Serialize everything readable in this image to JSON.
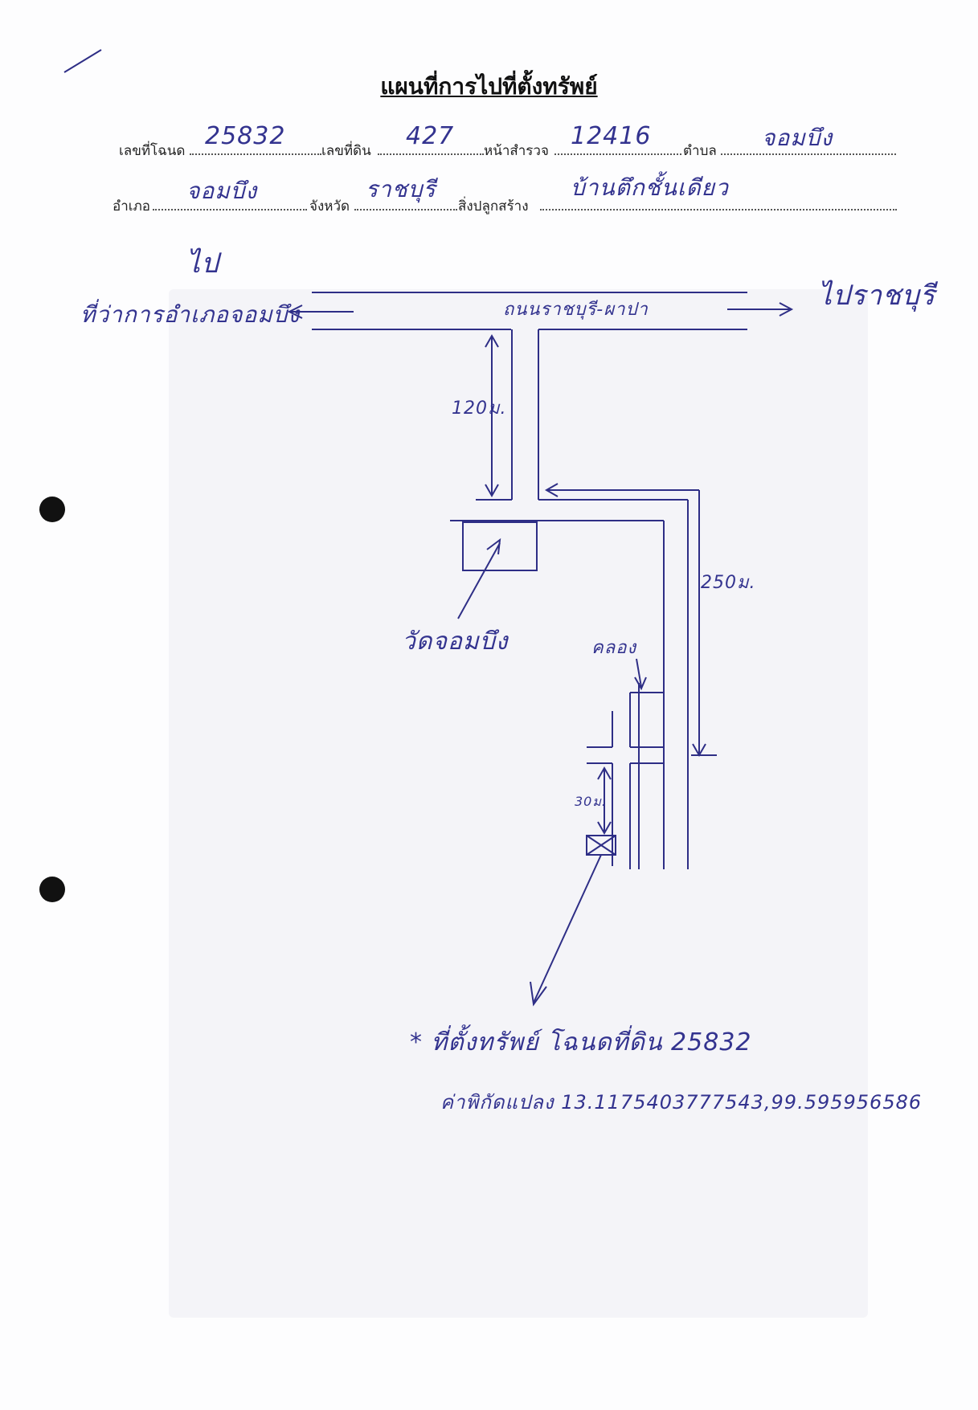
{
  "document": {
    "title": "แผนที่การไปที่ตั้งทรัพย์",
    "fields": {
      "deed_no_label": "เลขที่โฉนด",
      "deed_no_value": "25832",
      "land_no_label": "เลขที่ดิน",
      "land_no_value": "427",
      "survey_page_label": "หน้าสำรวจ",
      "survey_page_value": "12416",
      "subdistrict_label": "ตำบล",
      "subdistrict_value": "จอมบึง",
      "district_label": "อำเภอ",
      "district_value": "จอมบึง",
      "province_label": "จังหวัด",
      "province_value": "ราชบุรี",
      "building_label": "สิ่งปลูกสร้าง",
      "building_value": "บ้านตึกชั้นเดียว"
    }
  },
  "map": {
    "to_label": "ไป",
    "left_destination": "ที่ว่าการอำเภอจอมบึง",
    "right_destination": "ไปราชบุรี",
    "road_name": "ถนนราชบุรี-ผาปา",
    "distance_1": "120ม.",
    "distance_2": "250ม.",
    "distance_3": "30ม.",
    "temple_label": "วัดจอมบึง",
    "canal_label": "คลอง",
    "property_note": "* ที่ตั้งทรัพย์ โฉนดที่ดิน 25832",
    "coordinates": "ค่าพิกัดแปลง 13.1175403777543,99.595956586"
  }
}
